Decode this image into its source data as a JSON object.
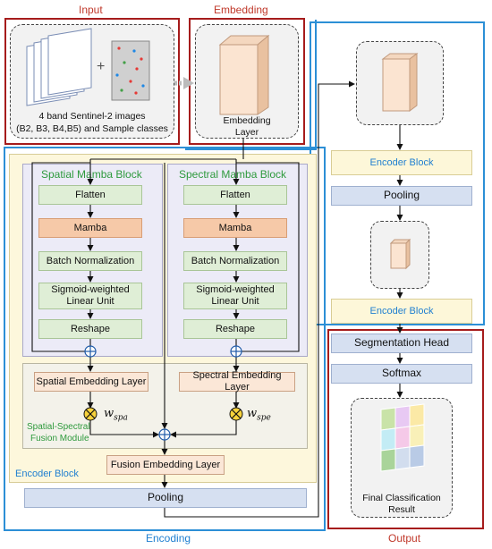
{
  "input": {
    "header": "Input",
    "caption_line1": "4 band Sentinel-2 images",
    "caption_line2": "(B2, B3, B4,B5) and Sample classes",
    "plus": "+"
  },
  "embedding": {
    "header": "Embedding",
    "caption_line1": "Embedding",
    "caption_line2": "Layer"
  },
  "encoding": {
    "footer": "Encoding",
    "encoder_block_label": "Encoder Block",
    "spatial": {
      "title": "Spatial Mamba Block",
      "flatten": "Flatten",
      "mamba": "Mamba",
      "batchnorm": "Batch Normalization",
      "silu_line1": "Sigmoid-weighted",
      "silu_line2": "Linear Unit",
      "reshape": "Reshape"
    },
    "spectral": {
      "title": "Spectral Mamba Block",
      "flatten": "Flatten",
      "mamba": "Mamba",
      "batchnorm": "Batch Normalization",
      "silu_line1": "Sigmoid-weighted",
      "silu_line2": "Linear Unit",
      "reshape": "Reshape"
    },
    "fusion": {
      "spatial_embed": "Spatial Embedding Layer",
      "spectral_embed": "Spectral Embedding Layer",
      "w_spa": "w",
      "w_spa_sub": "spa",
      "w_spe": "w",
      "w_spe_sub": "spe",
      "module_line1": "Spatial-Spectral",
      "module_line2": "Fusion Module",
      "fusion_embed": "Fusion Embedding Layer"
    },
    "pooling": "Pooling"
  },
  "right": {
    "encoder_block_1": "Encoder Block",
    "pooling": "Pooling",
    "encoder_block_2": "Encoder Block"
  },
  "output": {
    "footer": "Output",
    "seg_head": "Segmentation Head",
    "softmax": "Softmax",
    "result_line1": "Final Classification",
    "result_line2": "Result"
  },
  "colors": {
    "red_frame": "#b22222",
    "blue_frame": "#2c8fd6",
    "green_box": "#dfeed6",
    "orange_box": "#f6c9a8",
    "blue_box": "#d6e0f1",
    "yellow_box": "#fdf7d9",
    "title_green": "#2e9a3d",
    "label_blue": "#1f7fd0"
  }
}
